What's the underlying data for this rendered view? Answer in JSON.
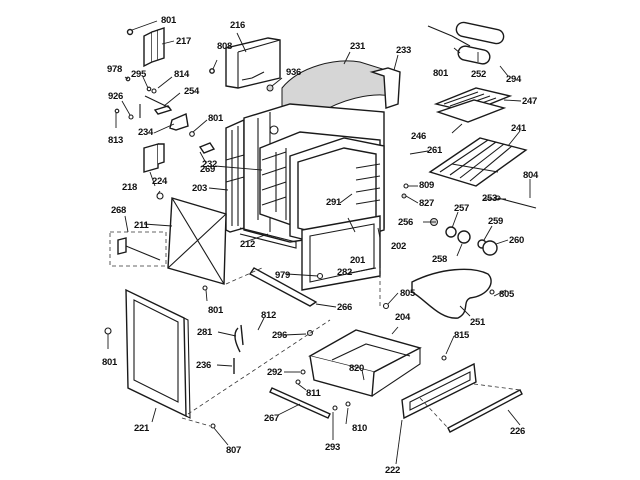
{
  "diagram": {
    "title": "Range exploded parts view",
    "callouts": [
      {
        "id": "801-a",
        "num": "801"
      },
      {
        "id": "217",
        "num": "217"
      },
      {
        "id": "216",
        "num": "216"
      },
      {
        "id": "808",
        "num": "808"
      },
      {
        "id": "936",
        "num": "936"
      },
      {
        "id": "978",
        "num": "978"
      },
      {
        "id": "295",
        "num": "295"
      },
      {
        "id": "814",
        "num": "814"
      },
      {
        "id": "254",
        "num": "254"
      },
      {
        "id": "926",
        "num": "926"
      },
      {
        "id": "813",
        "num": "813"
      },
      {
        "id": "234",
        "num": "234"
      },
      {
        "id": "801-b",
        "num": "801"
      },
      {
        "id": "269",
        "num": "269"
      },
      {
        "id": "232",
        "num": "232"
      },
      {
        "id": "218",
        "num": "218"
      },
      {
        "id": "224",
        "num": "224"
      },
      {
        "id": "203",
        "num": "203"
      },
      {
        "id": "268",
        "num": "268"
      },
      {
        "id": "211",
        "num": "211"
      },
      {
        "id": "212",
        "num": "212"
      },
      {
        "id": "231",
        "num": "231"
      },
      {
        "id": "233",
        "num": "233"
      },
      {
        "id": "801-c",
        "num": "801"
      },
      {
        "id": "252",
        "num": "252"
      },
      {
        "id": "294",
        "num": "294"
      },
      {
        "id": "247",
        "num": "247"
      },
      {
        "id": "246",
        "num": "246"
      },
      {
        "id": "241",
        "num": "241"
      },
      {
        "id": "261",
        "num": "261"
      },
      {
        "id": "804",
        "num": "804"
      },
      {
        "id": "253",
        "num": "253"
      },
      {
        "id": "809",
        "num": "809"
      },
      {
        "id": "827",
        "num": "827"
      },
      {
        "id": "291",
        "num": "291"
      },
      {
        "id": "256",
        "num": "256"
      },
      {
        "id": "257",
        "num": "257"
      },
      {
        "id": "259",
        "num": "259"
      },
      {
        "id": "260",
        "num": "260"
      },
      {
        "id": "258",
        "num": "258"
      },
      {
        "id": "201",
        "num": "201"
      },
      {
        "id": "202",
        "num": "202"
      },
      {
        "id": "979",
        "num": "979"
      },
      {
        "id": "282",
        "num": "282"
      },
      {
        "id": "805-a",
        "num": "805"
      },
      {
        "id": "805-b",
        "num": "805"
      },
      {
        "id": "251",
        "num": "251"
      },
      {
        "id": "801-d",
        "num": "801"
      },
      {
        "id": "266",
        "num": "266"
      },
      {
        "id": "812",
        "num": "812"
      },
      {
        "id": "296",
        "num": "296"
      },
      {
        "id": "204",
        "num": "204"
      },
      {
        "id": "815",
        "num": "815"
      },
      {
        "id": "281",
        "num": "281"
      },
      {
        "id": "801-e",
        "num": "801"
      },
      {
        "id": "236",
        "num": "236"
      },
      {
        "id": "292",
        "num": "292"
      },
      {
        "id": "820",
        "num": "820"
      },
      {
        "id": "811",
        "num": "811"
      },
      {
        "id": "267",
        "num": "267"
      },
      {
        "id": "810",
        "num": "810"
      },
      {
        "id": "226",
        "num": "226"
      },
      {
        "id": "221",
        "num": "221"
      },
      {
        "id": "807",
        "num": "807"
      },
      {
        "id": "293",
        "num": "293"
      },
      {
        "id": "222",
        "num": "222"
      }
    ]
  }
}
